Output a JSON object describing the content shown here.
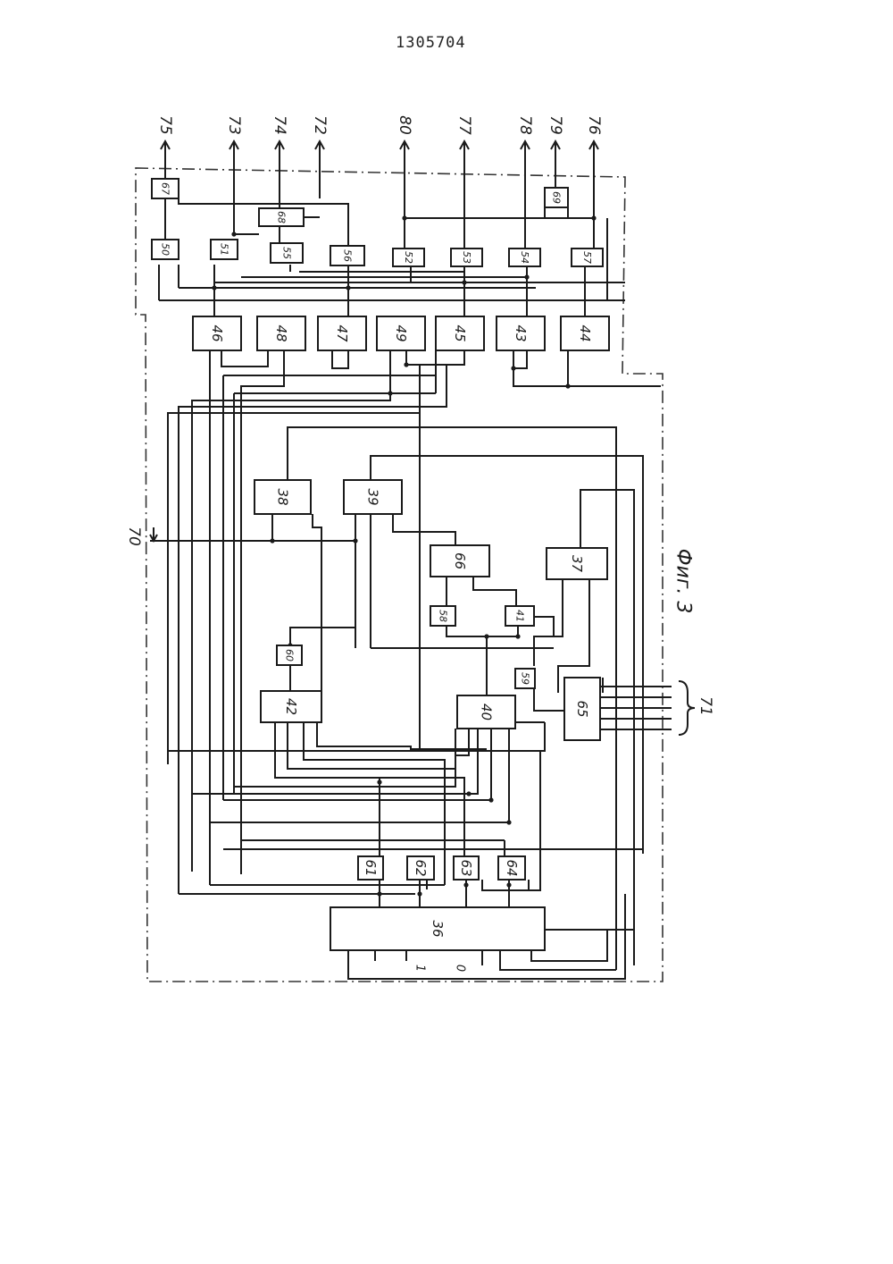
{
  "page_number": "1305704",
  "figure_caption": "Фиг. 3",
  "blocks": [
    "36",
    "37",
    "38",
    "39",
    "40",
    "41",
    "42",
    "43",
    "44",
    "45",
    "46",
    "47",
    "48",
    "49",
    "50",
    "51",
    "52",
    "53",
    "54",
    "55",
    "56",
    "57",
    "58",
    "59",
    "60",
    "61",
    "62",
    "63",
    "64",
    "65",
    "66",
    "67",
    "68",
    "69"
  ],
  "outputs": [
    "75",
    "73",
    "74",
    "72",
    "80",
    "77",
    "78",
    "79",
    "76"
  ],
  "inputs": [
    "70",
    "71"
  ],
  "bus_36_labels": [
    "1",
    "0"
  ]
}
